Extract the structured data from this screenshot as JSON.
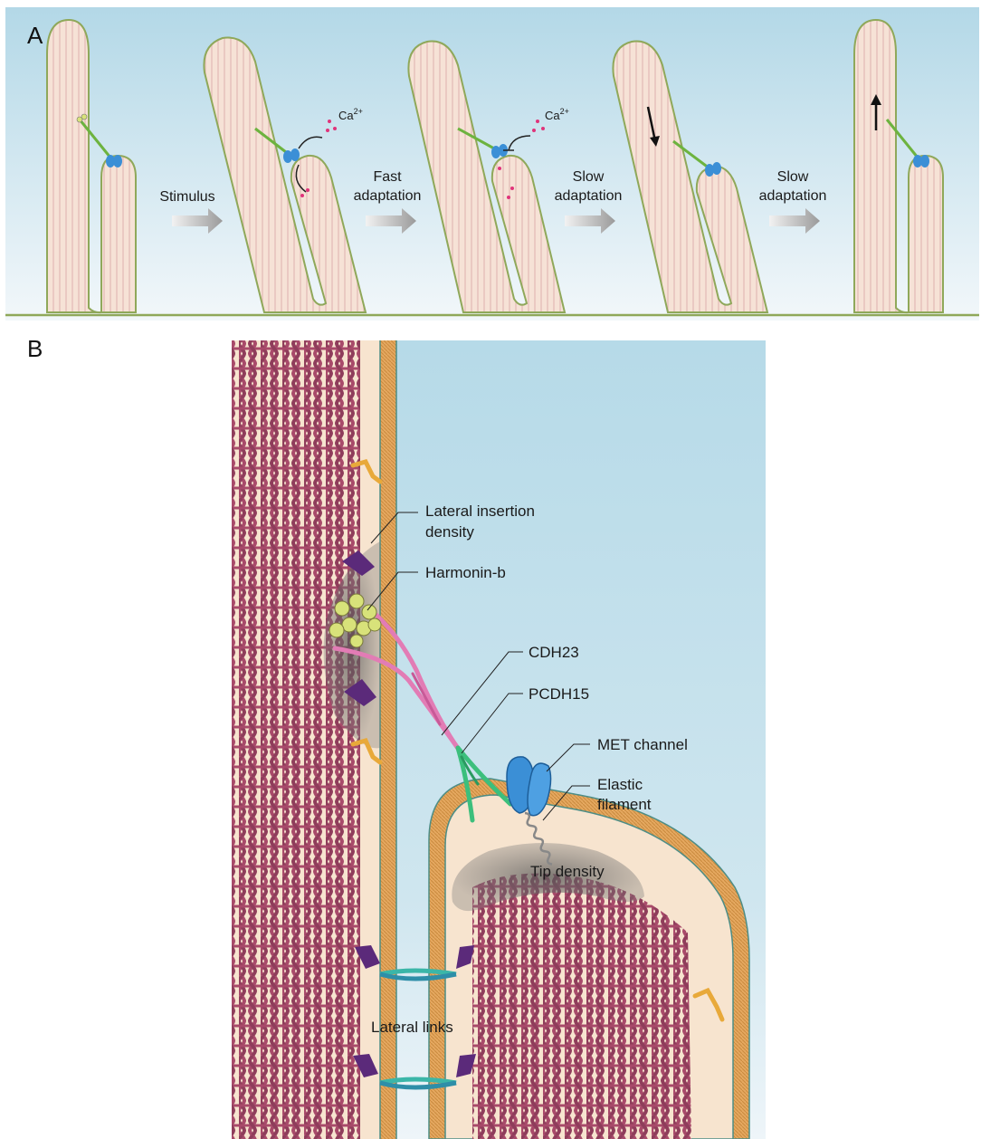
{
  "panel_a": {
    "letter": "A",
    "ion_label": "Ca",
    "ion_charge": "2+",
    "steps": [
      {
        "line1": "Stimulus",
        "line2": ""
      },
      {
        "line1": "Fast",
        "line2": "adaptation"
      },
      {
        "line1": "Slow",
        "line2": "adaptation"
      },
      {
        "line1": "Slow",
        "line2": "adaptation"
      }
    ]
  },
  "panel_b": {
    "letter": "B",
    "labels": {
      "lateral_insertion_1": "Lateral insertion",
      "lateral_insertion_2": "density",
      "harmonin": "Harmonin-b",
      "cdh23": "CDH23",
      "pcdh15": "PCDH15",
      "met_channel": "MET channel",
      "elastic_1": "Elastic",
      "elastic_2": "filament",
      "tip_density": "Tip density",
      "lateral_links": "Lateral links"
    }
  },
  "colors": {
    "sky_top": "#b6dae8",
    "sky_bottom": "#eef5f9",
    "stereocilium_fill": "#f7e4cf",
    "membrane_green": "#8fa85a",
    "membrane_orange": "#e0a75a",
    "actin": "#a84a6a",
    "tip_link_green": "#6db33f",
    "cdh23_pink": "#e27cb5",
    "pcdh15_green": "#3cbf7c",
    "met_blue": "#3b8fd6",
    "calcium_pink": "#e0347a",
    "harmonin_yellow": "#d8e27a",
    "density_gray": "#6a6a6a",
    "myosin_purple": "#5b2a7a",
    "linker_orange": "#e8a93a",
    "link_teal": "#3bb6a8"
  }
}
